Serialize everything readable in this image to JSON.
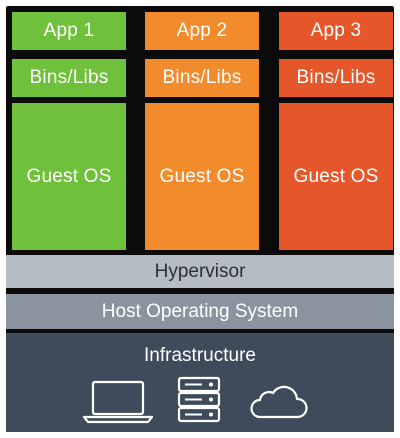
{
  "apps": [
    {
      "app_label": "App 1",
      "bins_label": "Bins/Libs",
      "os_label": "Guest OS",
      "color": "#6fc03a"
    },
    {
      "app_label": "App 2",
      "bins_label": "Bins/Libs",
      "os_label": "Guest OS",
      "color": "#f28b2c"
    },
    {
      "app_label": "App 3",
      "bins_label": "Bins/Libs",
      "os_label": "Guest OS",
      "color": "#e5572a"
    }
  ],
  "layers": {
    "hypervisor": "Hypervisor",
    "host_os": "Host Operating System",
    "infrastructure": "Infrastructure"
  },
  "infrastructure_icons": [
    "laptop-icon",
    "server-rack-icon",
    "cloud-icon"
  ],
  "colors": {
    "hypervisor": "#b5bcc5",
    "host_os": "#8a949f",
    "infrastructure": "#3d4b5b"
  }
}
